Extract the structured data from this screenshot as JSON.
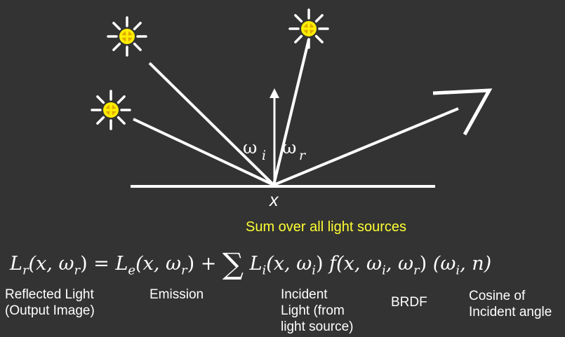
{
  "labels": {
    "point": "x",
    "omega": "ω",
    "sub_i": "i",
    "sub_r": "r",
    "sum_note": "Sum over all light sources"
  },
  "equation": {
    "lhs_sym": "L",
    "lhs_sub": "r",
    "lhs_args": "(x, ω",
    "lhs_args_sub": "r",
    "equals": "=",
    "le_sym": "L",
    "le_sub": "e",
    "le_args": "(x, ω",
    "le_args_sub": "r",
    "plus": "+",
    "sum": "∑",
    "li_sym": "L",
    "li_sub": "i",
    "li_args": "(x, ω",
    "li_args_sub": "i",
    "f_sym": "f",
    "f_args": "(x, ω",
    "f_args_sub1": "i",
    "f_args_mid": ", ω",
    "f_args_sub2": "r",
    "cos_open": "(ω",
    "cos_sub": "i",
    "cos_rest": ", n)"
  },
  "captions": {
    "reflected": [
      "Reflected Light",
      "(Output Image)"
    ],
    "emission": [
      "Emission"
    ],
    "incident": [
      "Incident",
      "Light (from",
      "light source)"
    ],
    "brdf": [
      "BRDF"
    ],
    "cosine": [
      "Cosine of",
      "Incident angle"
    ]
  },
  "colors": {
    "background": "#333333",
    "lines": "#ffffff",
    "light_core": "#ffee00",
    "sum_note": "#ffff33"
  },
  "icons": [
    "sun-icon",
    "sun-icon",
    "sun-icon",
    "eye-icon",
    "arrow-up-icon"
  ]
}
